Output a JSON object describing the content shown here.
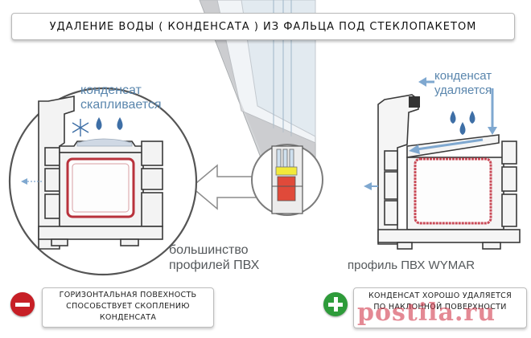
{
  "title": "УДАЛЕНИЕ  ВОДЫ ( КОНДЕНСАТА )  ИЗ  ФАЛЬЦА  ПОД  СТЕКЛОПАКЕТОМ",
  "left": {
    "condensate_line1": "конденсат",
    "condensate_line2": "скапливается",
    "caption_line1": "большинство",
    "caption_line2": "профилей ПВХ",
    "note_line1": "ГОРИЗОНТАЛЬНАЯ ПОВЕХНОСТЬ",
    "note_line2": "СПОСОБСТВУЕТ СКОПЛЕНИЮ",
    "note_line3": "КОНДЕНСАТА",
    "sign_icon": "minus-circle-icon",
    "sign_color": "#c71f26"
  },
  "right": {
    "condensate_line1": "конденсат",
    "condensate_line2": "удаляется",
    "caption": "профиль ПВХ WYMAR",
    "note_line1": "КОНДЕНСАТ ХОРОШО УДАЛЯЕТСЯ",
    "note_line2": "ПО НАКЛОННОЙ ПОВЕРХНОСТИ",
    "sign_icon": "plus-circle-icon",
    "sign_color": "#2e9b3a"
  },
  "watermark": "postila.ru",
  "colors": {
    "profile_outline": "#3a3a3a",
    "seal": "#b8323c",
    "drop": "#3e6fa6",
    "arrow": "#7fa8d0"
  }
}
